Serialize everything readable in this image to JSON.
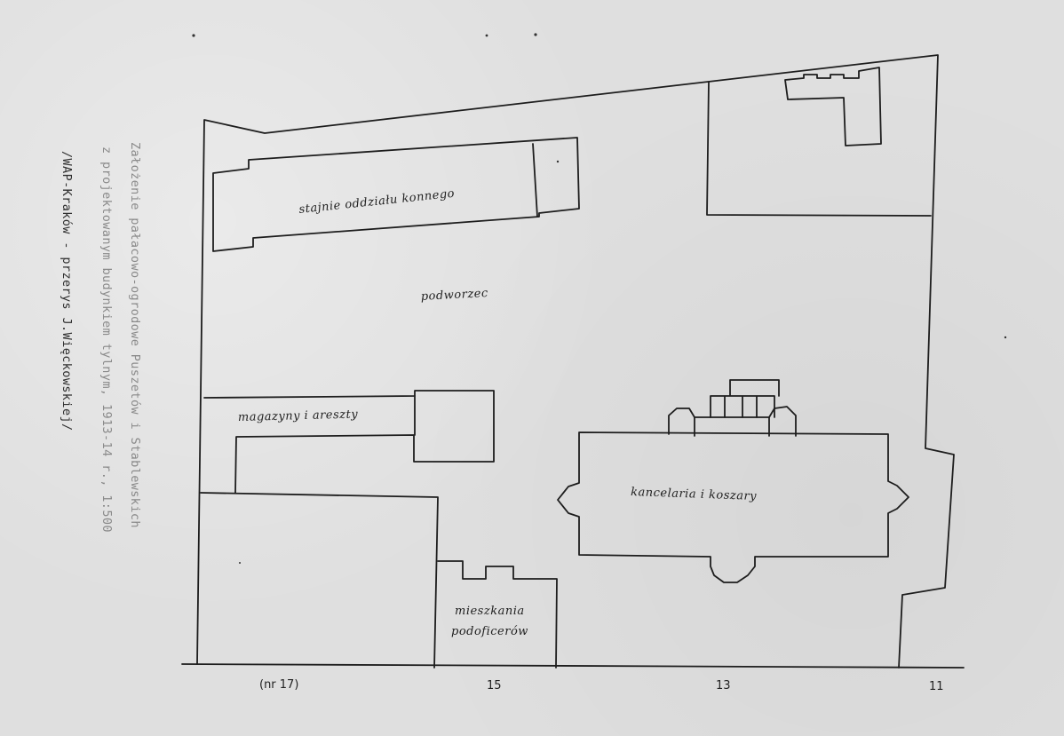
{
  "caption": {
    "line1": "Założenie pałacowo-ogrodowe Puszetów i Stablewskich",
    "line2": "z projektowanym budynkiem tylnym, 1913-14 r., 1:500",
    "line3": "/WAP-Kraków - przerys J.Więckowskiej/"
  },
  "plan": {
    "rooms": {
      "stables": "stajnie oddziału konnego",
      "courtyard": "podworzec",
      "storage": "magazyny i areszty",
      "office": "kancelaria i koszary",
      "nco_quarters_1": "mieszkania",
      "nco_quarters_2": "podoficerów"
    },
    "house_numbers": {
      "n17": "(nr 17)",
      "n15": "15",
      "n13": "13",
      "n11": "11"
    }
  },
  "colors": {
    "paper": "#dfdfdf",
    "ink": "#1d1d1d",
    "typewriter_faint": "#8a8a8a",
    "typewriter_dark": "#2f2f2f"
  }
}
